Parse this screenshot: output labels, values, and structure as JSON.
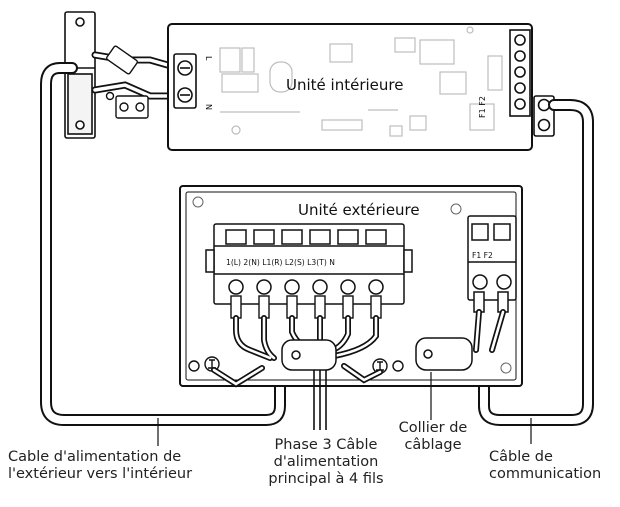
{
  "indoor_unit": {
    "title": "Unité intérieure",
    "terminal_top_label": "L",
    "terminal_bottom_label": "N",
    "comm_label": "F1 F2"
  },
  "outdoor_unit": {
    "title": "Unité extérieure",
    "power_terminals_label": "1(L) 2(N) L1(R) L2(S) L3(T) N",
    "comm_terminals_label": "F1 F2"
  },
  "callouts": {
    "power_cable": "Cable d'alimentation de\nl'extérieur vers l'intérieur",
    "main_power": "Phase 3 Câble\nd'alimentation\nprincipal à 4 fils",
    "cable_clamp": "Collier de\ncâblage",
    "comm_cable": "Câble de\ncommunication"
  }
}
